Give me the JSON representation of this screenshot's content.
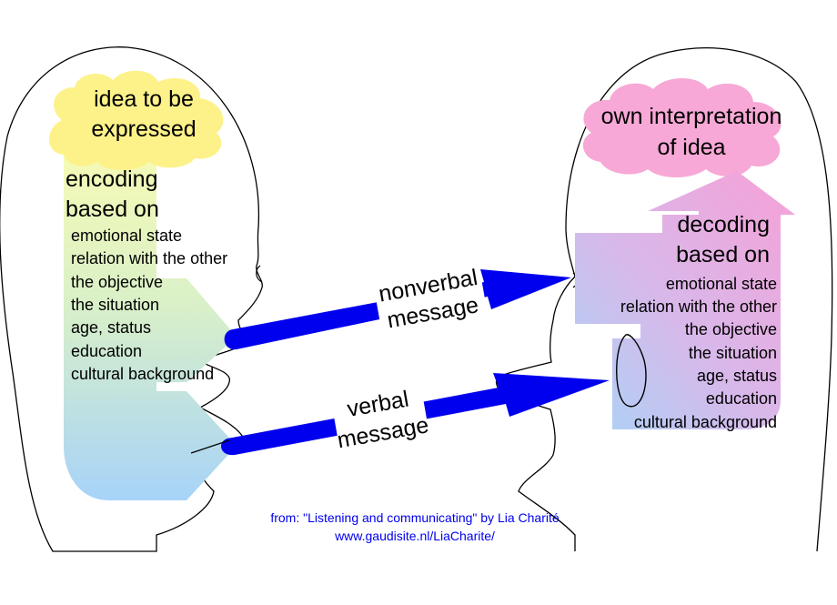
{
  "sender": {
    "idea_lines": [
      "idea to be",
      "expressed"
    ],
    "encoding_lines": [
      "encoding",
      "based on"
    ],
    "factors": [
      "emotional state",
      "relation with the other",
      "the objective",
      "the situation",
      "age, status",
      "education",
      "cultural background"
    ]
  },
  "receiver": {
    "interpretation_lines": [
      "own interpretation",
      "of idea"
    ],
    "decoding_lines": [
      "decoding",
      "based on"
    ],
    "factors": [
      "emotional state",
      "relation with the other",
      "the objective",
      "the situation",
      "age, status",
      "education",
      "cultural background"
    ]
  },
  "messages": {
    "nonverbal_lines": [
      "nonverbal",
      "message"
    ],
    "verbal_lines": [
      "verbal",
      "message"
    ]
  },
  "credit": {
    "line1": "from: \"Listening and communicating\" by Lia Charité",
    "line2": "www.gaudisite.nl/LiaCharite/"
  },
  "colors": {
    "idea_cloud": "#fdf28a",
    "interpretation_cloud": "#f7a8d6",
    "encoding_top": "#f6fbb8",
    "encoding_bottom": "#a9d4f7",
    "decoding_pink": "#f5a6d8",
    "decoding_blue": "#a9d4f7",
    "message_arrow": "#0000ee",
    "outline": "#000000"
  }
}
